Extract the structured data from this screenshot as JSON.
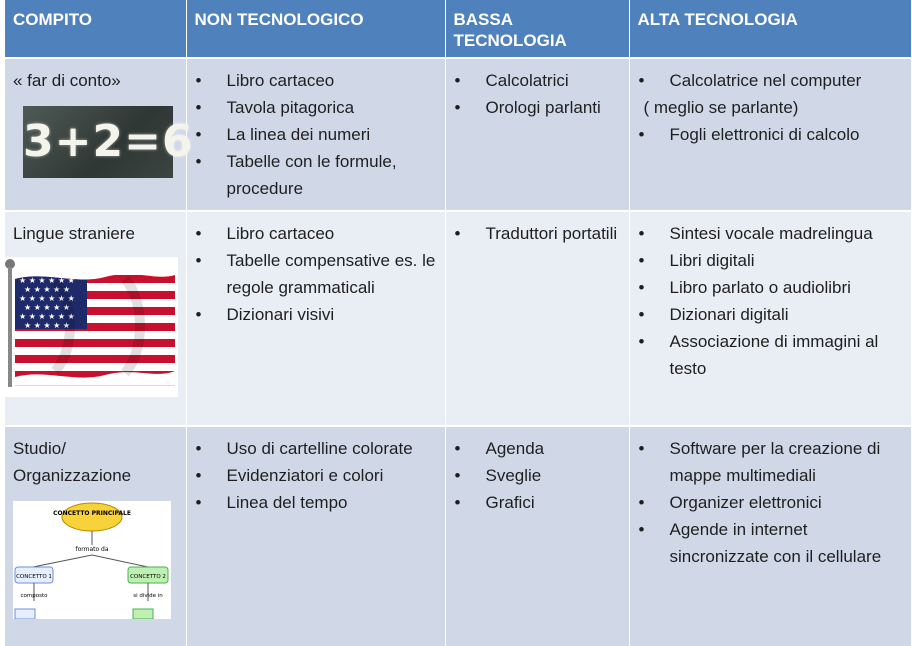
{
  "headers": [
    "COMPITO",
    "NON TECNOLOGICO",
    "BASSA TECNOLOGIA",
    "ALTA TECNOLOGIA"
  ],
  "rows": [
    {
      "task": "« far di conto»",
      "image": "chalkboard-math-image",
      "image_text": "3+2=6",
      "non_tech": [
        "Libro cartaceo",
        "Tavola pitagorica",
        "La linea dei numeri",
        "Tabelle con le formule, procedure"
      ],
      "low_tech": [
        "Calcolatrici",
        "Orologi parlanti"
      ],
      "high_tech_a": [
        "Calcolatrice nel computer"
      ],
      "high_tech_note": "( meglio se parlante)",
      "high_tech_b": [
        "Fogli elettronici di calcolo"
      ]
    },
    {
      "task": "Lingue straniere",
      "image": "us-flag-image",
      "non_tech": [
        "Libro cartaceo",
        "Tabelle compensative es. le regole grammaticali",
        "Dizionari visivi"
      ],
      "low_tech": [
        "Traduttori portatili"
      ],
      "high_tech": [
        "Sintesi vocale madrelingua",
        "Libri digitali",
        "Libro parlato o audiolibri",
        "Dizionari digitali",
        "Associazione di immagini al testo"
      ]
    },
    {
      "task": "Studio/ Organizzazione",
      "image": "concept-map-image",
      "map_labels": {
        "top": "CONCETTO PRINCIPALE",
        "link": "formato da",
        "left": "CONCETTO 1",
        "right": "CONCETTO 2",
        "left_link": "composto",
        "right_link": "si divide in"
      },
      "non_tech": [
        "Uso di cartelline colorate",
        "Evidenziatori e colori",
        "Linea del tempo"
      ],
      "low_tech": [
        "Agenda",
        "Sveglie",
        "Grafici"
      ],
      "high_tech": [
        "Software per la creazione  di mappe multimediali",
        "Organizer elettronici",
        "Agende in internet sincronizzate con il cellulare"
      ]
    }
  ],
  "colors": {
    "header": "#4f81bd",
    "row_dark": "#d0d8e8",
    "row_light": "#e9edf4"
  }
}
